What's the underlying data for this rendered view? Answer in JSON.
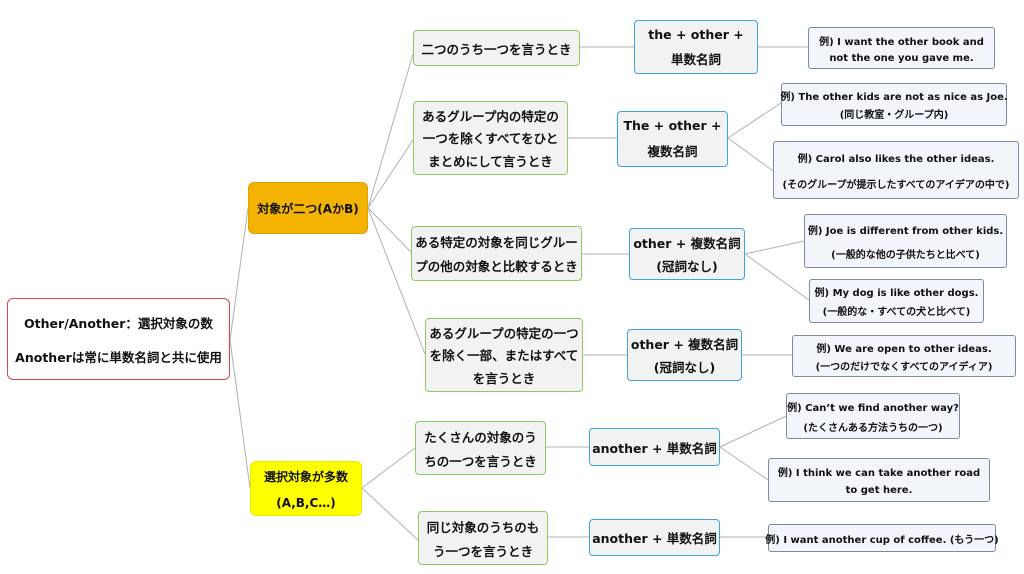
{
  "root": {
    "line1": "Other/Another：選択対象の数",
    "line2": "Anotherは常に単数名詞と共に使用"
  },
  "categories": {
    "two": {
      "label": "対象が二つ(AかB)"
    },
    "many": {
      "line1": "選択対象が多数",
      "line2": "(A,B,C…)"
    }
  },
  "cases": [
    {
      "lines": [
        "二つのうち一つを言うとき"
      ]
    },
    {
      "lines": [
        "あるグループ内の特定の",
        "一つを除くすべてをひと",
        "まとめにして言うとき"
      ]
    },
    {
      "lines": [
        "ある特定の対象を同じグルー",
        "プの他の対象と比較するとき"
      ]
    },
    {
      "lines": [
        "あるグループの特定の一つ",
        "を除く一部、またはすべて",
        "を言うとき"
      ]
    },
    {
      "lines": [
        "たくさんの対象のう",
        "ちの一つを言うとき"
      ]
    },
    {
      "lines": [
        "同じ対象のうちのも",
        "う一つを言うとき"
      ]
    }
  ],
  "forms": [
    {
      "lines": [
        "the + other +",
        "単数名詞"
      ]
    },
    {
      "lines": [
        "The + other +",
        "複数名詞"
      ]
    },
    {
      "lines": [
        "other + 複数名詞",
        "(冠詞なし)"
      ]
    },
    {
      "lines": [
        "other + 複数名詞",
        "(冠詞なし)"
      ]
    },
    {
      "lines": [
        "another + 単数名詞"
      ]
    },
    {
      "lines": [
        "another + 単数名詞"
      ]
    }
  ],
  "examples": [
    {
      "lines": [
        "例) I want the other book and",
        "not the one you gave me."
      ]
    },
    {
      "lines": [
        "例) The other kids are not as nice as Joe.",
        "(同じ教室・グループ内)"
      ]
    },
    {
      "lines": [
        "例) Carol also likes the other ideas.",
        "(そのグループが提示したすべてのアイデアの中で)"
      ]
    },
    {
      "lines": [
        "例) Joe is different from other kids.",
        "(一般的な他の子供たちと比べて)"
      ]
    },
    {
      "lines": [
        "例) My dog is like other dogs.",
        "(一般的な・すべての犬と比べて)"
      ]
    },
    {
      "lines": [
        "例) We are open to other ideas.",
        "(一つのだけでなくすべてのアイディア)"
      ]
    },
    {
      "lines": [
        "例) Can’t we find another way?",
        "(たくさんある方法うちの一つ)"
      ]
    },
    {
      "lines": [
        "例) I think we can take another road",
        "to get here."
      ]
    },
    {
      "lines": [
        "例) I want another cup of coffee. (もう一つ)"
      ]
    }
  ],
  "colors": {
    "root_border": "#d9474f",
    "category_two": "#f4b300",
    "category_many": "#ffff00",
    "case_border": "#8fca5f",
    "form_border": "#3fa4d8",
    "example_border": "#7a8ba3"
  }
}
